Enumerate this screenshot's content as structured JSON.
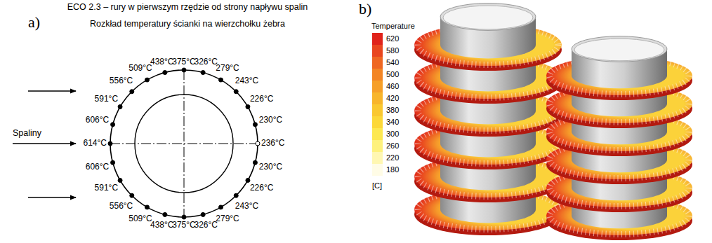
{
  "diagram": {
    "title": "ECO 2.3 – rury w pierwszym rzędzie od strony napływu spalin",
    "labels": [
      "a)",
      "Rozkład temperatury ścianki na wierzchołku żebra",
      "375°C",
      "326°C",
      "279°C",
      "243°C",
      "226°C",
      "230°C",
      "236°C",
      "230°C",
      "226°C",
      "243°C",
      "279°C",
      "326°C",
      "375°C",
      "438°C",
      "509°C",
      "556°C",
      "591°C",
      "606°C",
      "614°C",
      "606°C",
      "591°C",
      "556°C",
      "509°C",
      "438°C",
      "Spaliny",
      "b)",
      "Temperature",
      "[C]"
    ],
    "legend": [
      {
        "text": "620",
        "color": "#e0231b"
      },
      {
        "text": "580",
        "color": "#e9461f"
      },
      {
        "text": "540",
        "color": "#ef6722"
      },
      {
        "text": "500",
        "color": "#f38525"
      },
      {
        "text": "460",
        "color": "#f69f28"
      },
      {
        "text": "420",
        "color": "#f8b52b"
      },
      {
        "text": "380",
        "color": "#fac830"
      },
      {
        "text": "340",
        "color": "#fcd838"
      },
      {
        "text": "300",
        "color": "#fde84f"
      },
      {
        "text": "260",
        "color": "#fef17d"
      },
      {
        "text": "220",
        "color": "#fff7b2"
      },
      {
        "text": "180",
        "color": "#fffce6"
      }
    ]
  }
}
